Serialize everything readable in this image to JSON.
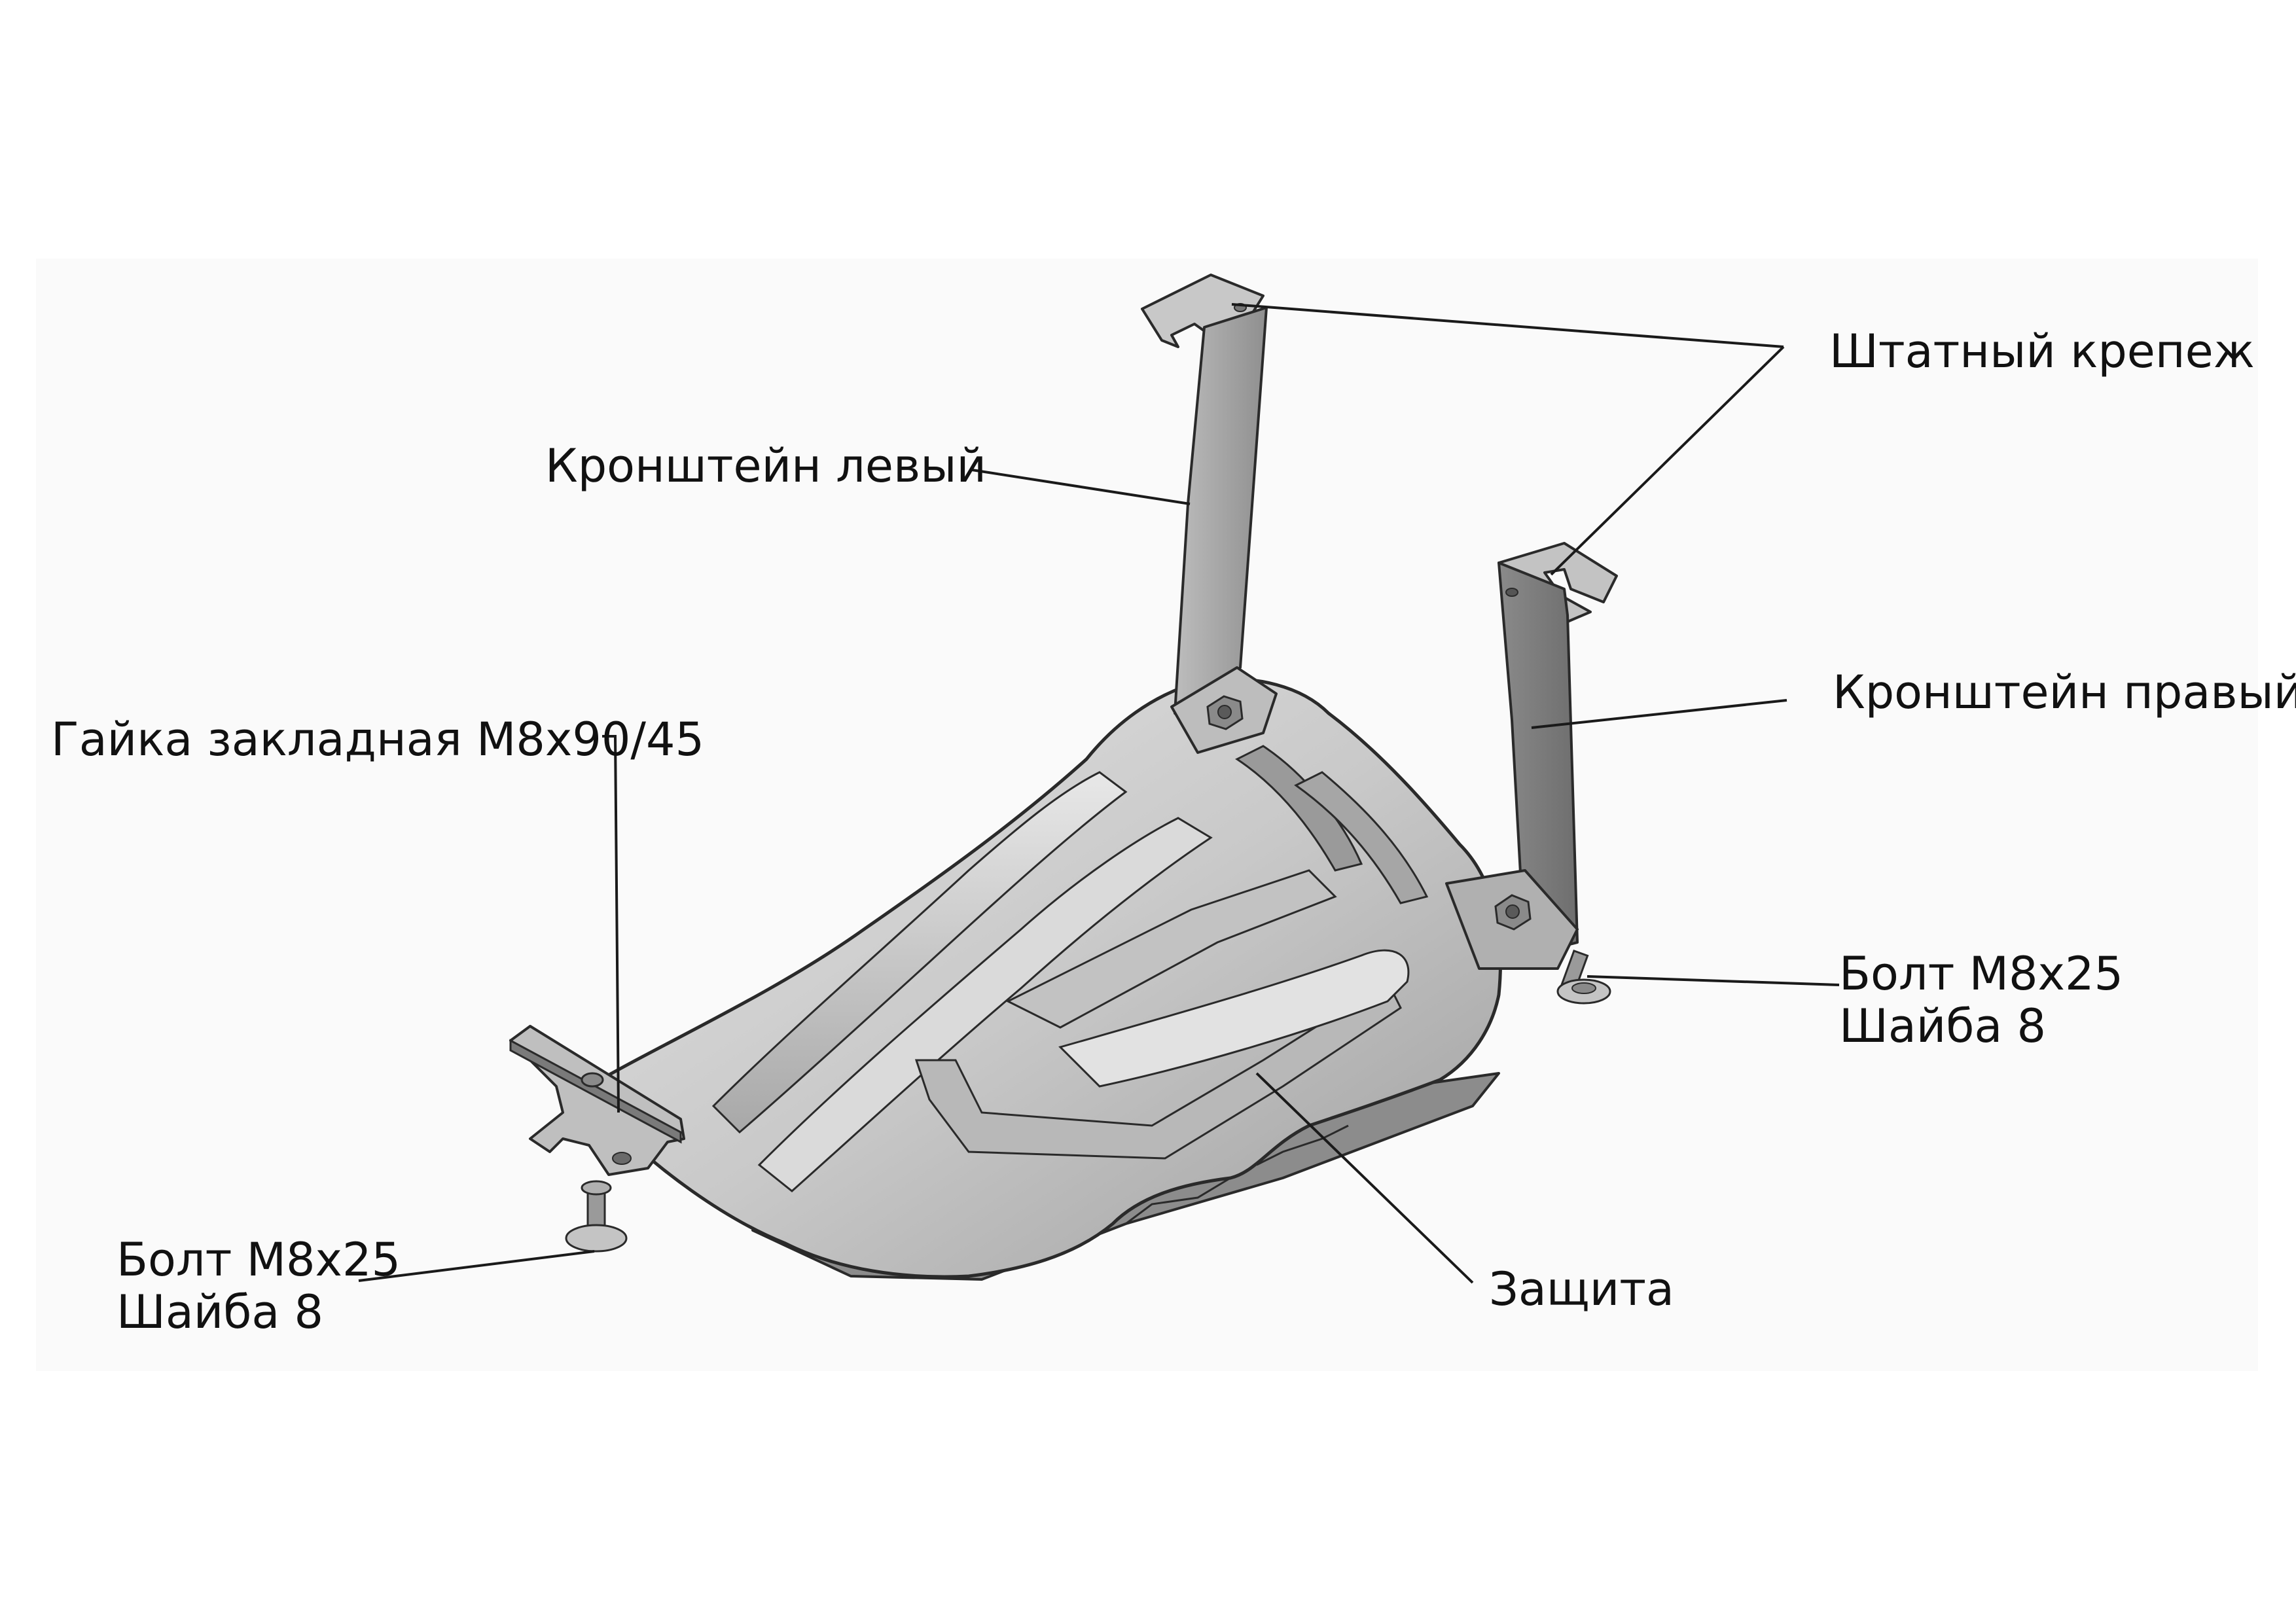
{
  "callouts": {
    "factory_mount": "Штатный крепеж",
    "bracket_left": "Кронштейн левый",
    "bracket_right": "Кронштейн правый",
    "insert_nut": "Гайка закладная М8х90/45",
    "bolt_right": {
      "line1": "Болт М8х25",
      "line2": "Шайба 8"
    },
    "bolt_left": {
      "line1": "Болт М8х25",
      "line2": "Шайба 8"
    },
    "guard": "Защита"
  },
  "colors": {
    "background": "#ffffff",
    "panel_background": "#f7f7f7",
    "part_light": "#d2d2d2",
    "part_mid": "#b4b4b4",
    "part_dark": "#8a8a8a",
    "bracket_dark": "#7d7d7d",
    "outline": "#2a2a2a",
    "leader_line": "#1a1a1a",
    "text": "#111111"
  }
}
